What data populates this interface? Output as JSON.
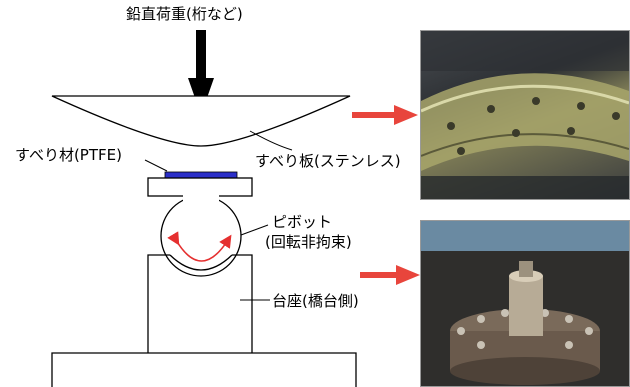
{
  "labels": {
    "load": "鉛直荷重(桁など)",
    "slide_material": "すべり材(PTFE)",
    "slide_plate": "すべり板(ステンレス)",
    "pivot_line1": "ピボット",
    "pivot_line2": "(回転非拘束)",
    "pedestal": "台座(橋台側)"
  },
  "photos": {
    "top": "stainless-sliding-plate-photo",
    "bottom": "pivot-bearing-photo"
  },
  "colors": {
    "arrow_red": "#e8453c",
    "ptfe_blue": "#2b2fc8",
    "rotation_red": "#e53030"
  }
}
